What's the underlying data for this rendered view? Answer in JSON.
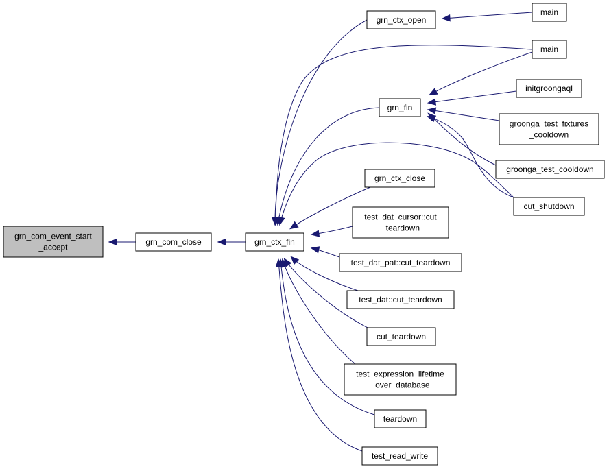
{
  "nodes": {
    "root": {
      "lines": [
        "grn_com_event_start",
        "_accept"
      ]
    },
    "com_close": {
      "lines": [
        "grn_com_close"
      ]
    },
    "ctx_fin": {
      "lines": [
        "grn_ctx_fin"
      ]
    },
    "ctx_open": {
      "lines": [
        "grn_ctx_open"
      ]
    },
    "main1": {
      "lines": [
        "main"
      ]
    },
    "main2": {
      "lines": [
        "main"
      ]
    },
    "fin": {
      "lines": [
        "grn_fin"
      ]
    },
    "initgroongaql": {
      "lines": [
        "initgroongaql"
      ]
    },
    "fixtures_cooldown": {
      "lines": [
        "groonga_test_fixtures",
        "_cooldown"
      ]
    },
    "test_cooldown": {
      "lines": [
        "groonga_test_cooldown"
      ]
    },
    "cut_shutdown": {
      "lines": [
        "cut_shutdown"
      ]
    },
    "ctx_close": {
      "lines": [
        "grn_ctx_close"
      ]
    },
    "cursor_teardown": {
      "lines": [
        "test_dat_cursor::cut",
        "_teardown"
      ]
    },
    "pat_teardown": {
      "lines": [
        "test_dat_pat::cut_teardown"
      ]
    },
    "dat_teardown": {
      "lines": [
        "test_dat::cut_teardown"
      ]
    },
    "cut_teardown": {
      "lines": [
        "cut_teardown"
      ]
    },
    "expr_lifetime": {
      "lines": [
        "test_expression_lifetime",
        "_over_database"
      ]
    },
    "teardown": {
      "lines": [
        "teardown"
      ]
    },
    "read_write": {
      "lines": [
        "test_read_write"
      ]
    }
  },
  "edges": [
    {
      "from": "com_close",
      "to": "root"
    },
    {
      "from": "ctx_fin",
      "to": "com_close"
    },
    {
      "from": "ctx_open",
      "to": "ctx_fin"
    },
    {
      "from": "main2",
      "to": "ctx_fin"
    },
    {
      "from": "fin",
      "to": "ctx_fin"
    },
    {
      "from": "test_cooldown",
      "to": "ctx_fin"
    },
    {
      "from": "ctx_close",
      "to": "ctx_fin"
    },
    {
      "from": "cursor_teardown",
      "to": "ctx_fin"
    },
    {
      "from": "pat_teardown",
      "to": "ctx_fin"
    },
    {
      "from": "dat_teardown",
      "to": "ctx_fin"
    },
    {
      "from": "cut_teardown",
      "to": "ctx_fin"
    },
    {
      "from": "expr_lifetime",
      "to": "ctx_fin"
    },
    {
      "from": "teardown",
      "to": "ctx_fin"
    },
    {
      "from": "read_write",
      "to": "ctx_fin"
    },
    {
      "from": "main1",
      "to": "ctx_open"
    },
    {
      "from": "main2",
      "to": "fin"
    },
    {
      "from": "initgroongaql",
      "to": "fin"
    },
    {
      "from": "fixtures_cooldown",
      "to": "fin"
    },
    {
      "from": "test_cooldown",
      "to": "fin"
    },
    {
      "from": "cut_shutdown",
      "to": "fin"
    }
  ],
  "colors": {
    "edge": "#191970",
    "node_border": "#000000",
    "node_fill": "#ffffff",
    "root_fill": "#bfbfbf"
  }
}
